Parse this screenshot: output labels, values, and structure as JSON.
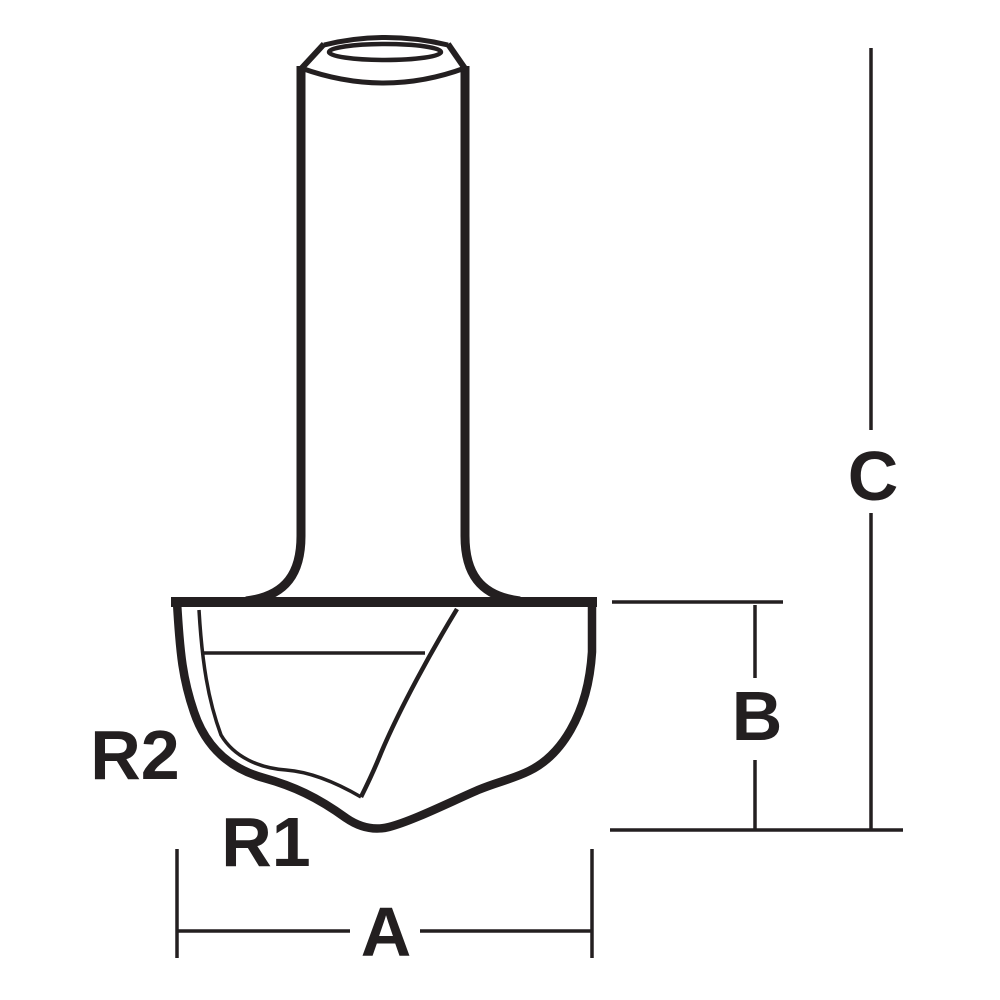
{
  "diagram": {
    "background_color": "#ffffff",
    "line_color": "#231f20",
    "labels": {
      "r2": "R2",
      "r1": "R1",
      "a": "A",
      "b": "B",
      "c": "C"
    }
  }
}
